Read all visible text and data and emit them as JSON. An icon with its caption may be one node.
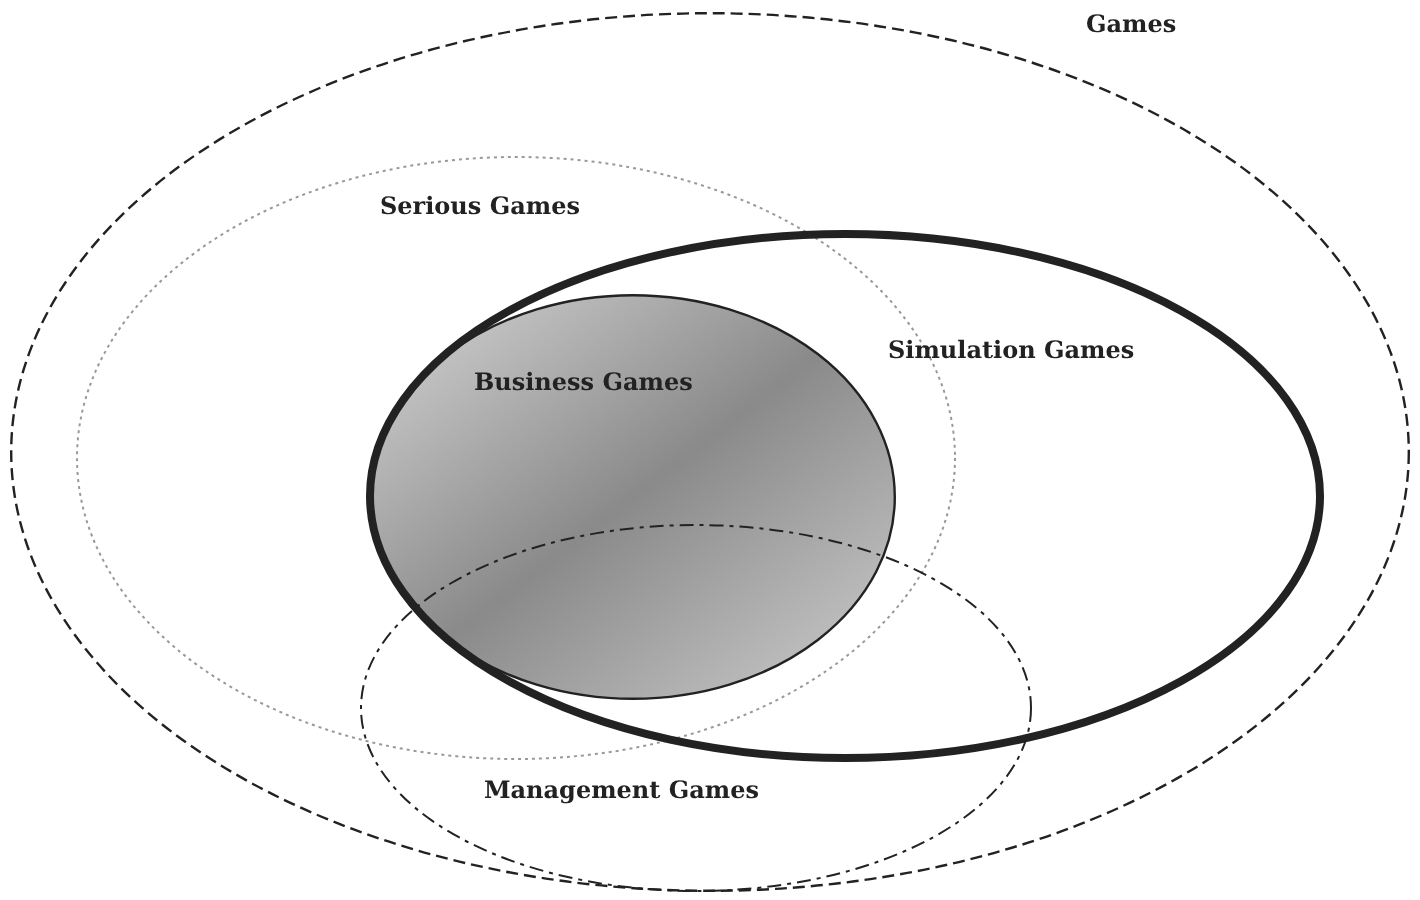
{
  "diagram": {
    "nodes": [
      {
        "text": [
          "Games"
        ]
      },
      {
        "text": [
          "Serious Games"
        ],
        "in": 0
      },
      {
        "text": [
          "Simulation Games"
        ],
        "in": 0
      },
      {
        "text": [
          "Business Games"
        ]
      },
      {
        "text": [
          "Management Games"
        ],
        "in": 0
      }
    ],
    "edges": []
  }
}
